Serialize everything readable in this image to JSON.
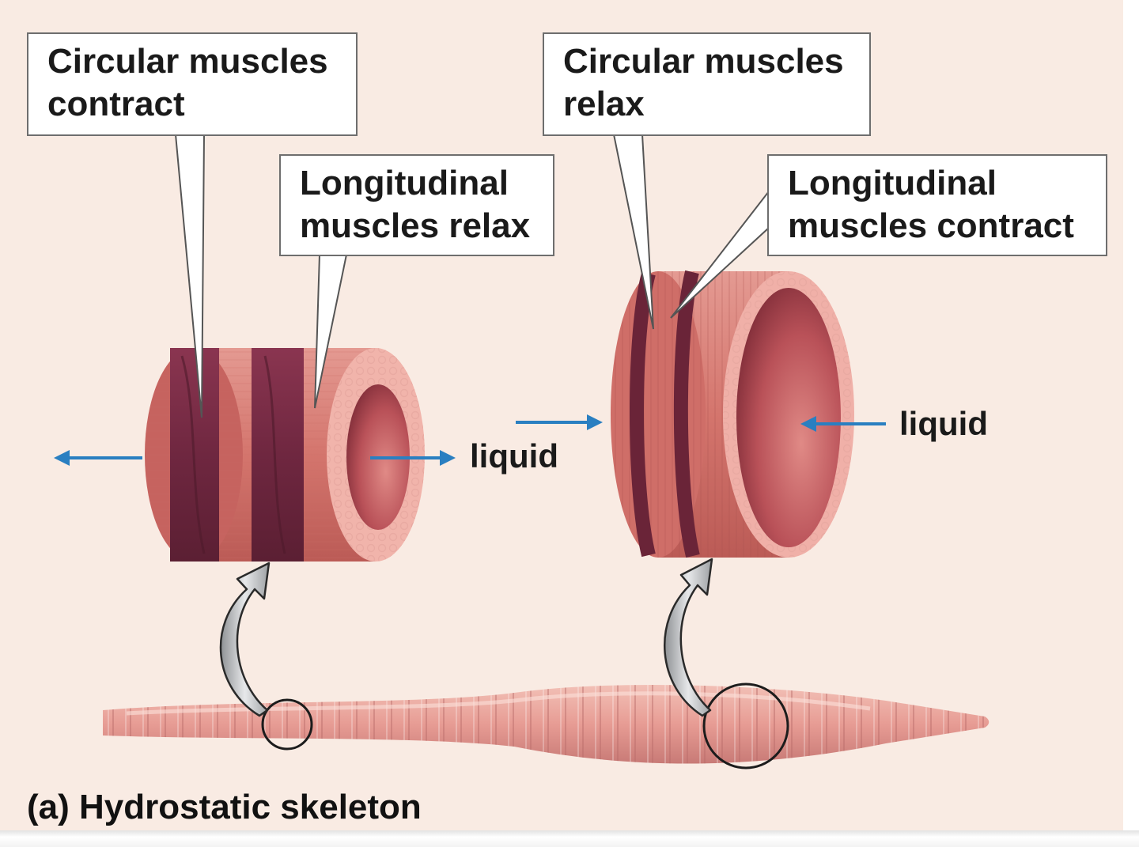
{
  "callouts": {
    "left_circular": {
      "line1": "Circular muscles",
      "line2": "contract"
    },
    "left_longitudinal": {
      "line1": "Longitudinal",
      "line2": "muscles relax"
    },
    "right_circular": {
      "line1": "Circular muscles",
      "line2": "relax"
    },
    "right_longitudinal": {
      "line1": "Longitudinal",
      "line2": "muscles contract"
    }
  },
  "labels": {
    "liquid_left": "liquid",
    "liquid_right": "liquid"
  },
  "caption": "(a) Hydrostatic skeleton",
  "colors": {
    "background": "#f9ebe3",
    "muscle": "#d3756e",
    "muscle_band": "#7a2c45",
    "arrow_blue": "#2a7fc1"
  }
}
